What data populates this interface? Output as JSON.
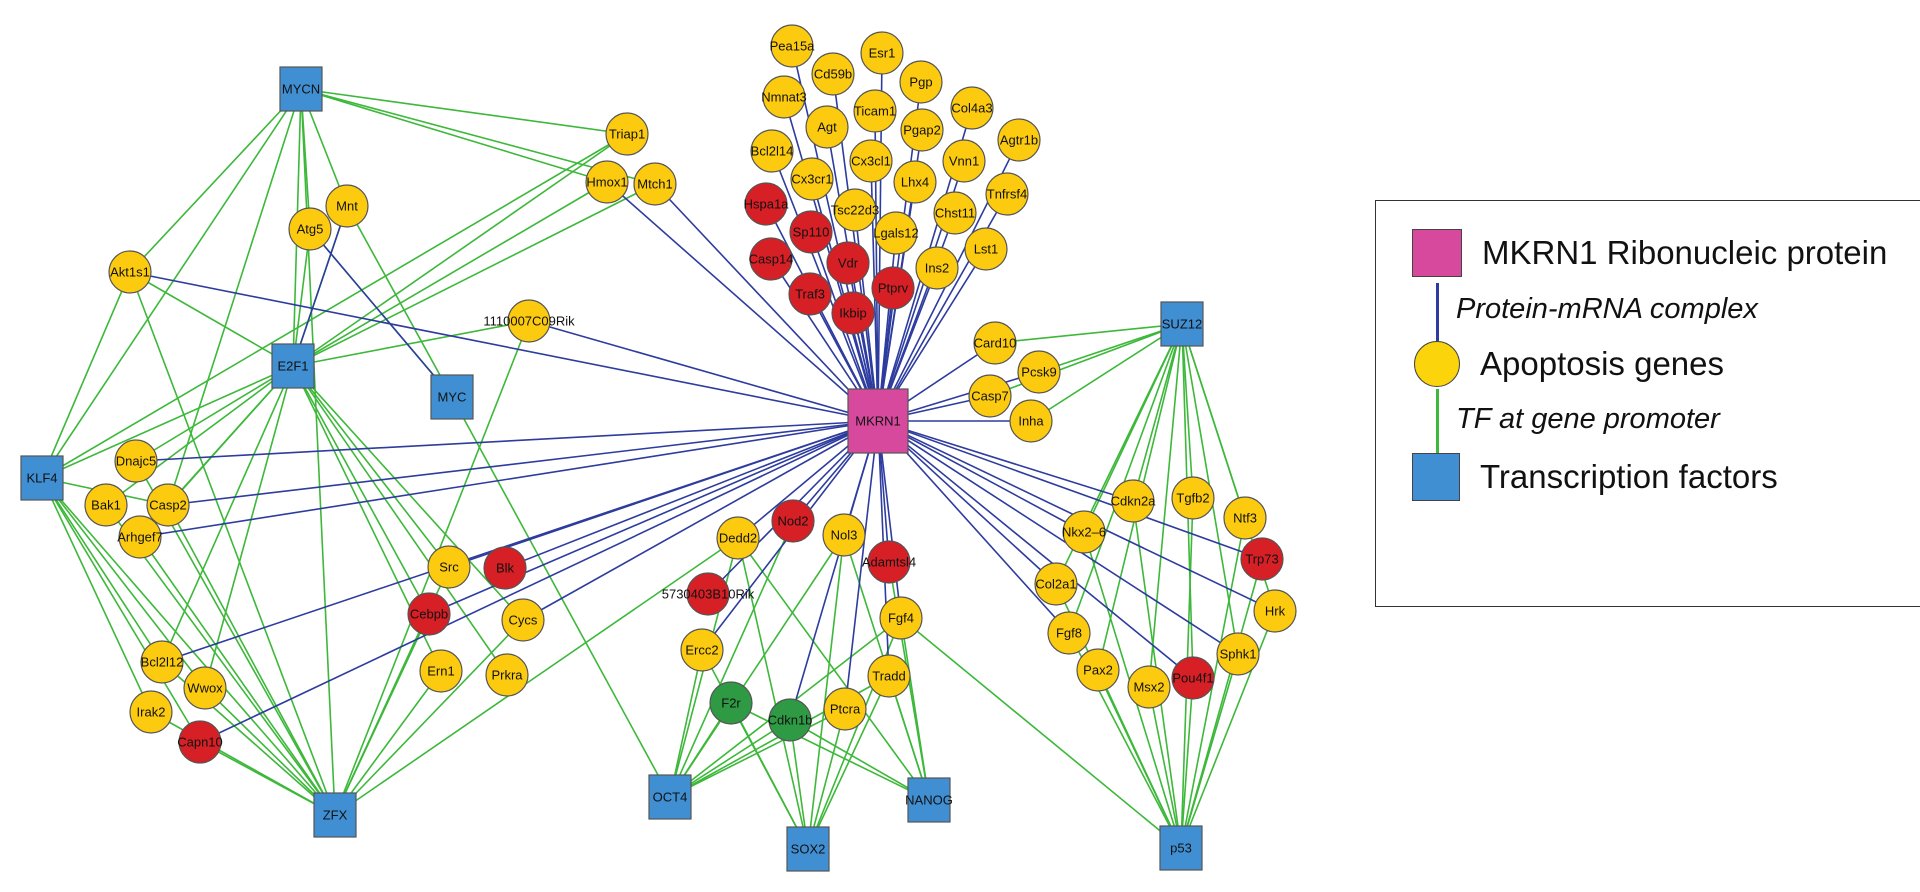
{
  "hub": "MKRN1",
  "colors": {
    "protein": "#d6499c",
    "tf": "#3f8fd2",
    "apoptosis": "#fccb10",
    "red_gene": "#d71f26",
    "green_gene": "#2e9b44",
    "edge_protein_mrna": "#2d3c9e",
    "edge_tf": "#3db83a",
    "node_border": "#555555"
  },
  "transcription_factors": [
    {
      "id": "MYCN",
      "label": "MYCN"
    },
    {
      "id": "E2F1",
      "label": "E2F1"
    },
    {
      "id": "MYC",
      "label": "MYC"
    },
    {
      "id": "KLF4",
      "label": "KLF4"
    },
    {
      "id": "ZFX",
      "label": "ZFX"
    },
    {
      "id": "OCT4",
      "label": "OCT4"
    },
    {
      "id": "SOX2",
      "label": "SOX2"
    },
    {
      "id": "NANOG",
      "label": "NANOG"
    },
    {
      "id": "SUZ12",
      "label": "SUZ12"
    },
    {
      "id": "p53",
      "label": "p53"
    }
  ],
  "genes": [
    {
      "id": "Pea15a",
      "label": "Pea15a",
      "color": "yellow"
    },
    {
      "id": "Esr1",
      "label": "Esr1",
      "color": "yellow"
    },
    {
      "id": "Cd59b",
      "label": "Cd59b",
      "color": "yellow"
    },
    {
      "id": "Pgp",
      "label": "Pgp",
      "color": "yellow"
    },
    {
      "id": "Nmnat3",
      "label": "Nmnat3",
      "color": "yellow"
    },
    {
      "id": "Col4a3",
      "label": "Col4a3",
      "color": "yellow"
    },
    {
      "id": "Agt",
      "label": "Agt",
      "color": "yellow"
    },
    {
      "id": "Ticam1",
      "label": "Ticam1",
      "color": "yellow"
    },
    {
      "id": "Pgap2",
      "label": "Pgap2",
      "color": "yellow"
    },
    {
      "id": "Agtr1b",
      "label": "Agtr1b",
      "color": "yellow"
    },
    {
      "id": "Bcl2l14",
      "label": "Bcl2l14",
      "color": "yellow"
    },
    {
      "id": "Vnn1",
      "label": "Vnn1",
      "color": "yellow"
    },
    {
      "id": "Cx3cr1",
      "label": "Cx3cr1",
      "color": "yellow"
    },
    {
      "id": "Cx3cl1",
      "label": "Cx3cl1",
      "color": "yellow"
    },
    {
      "id": "Lhx4",
      "label": "Lhx4",
      "color": "yellow"
    },
    {
      "id": "Tnfrsf4",
      "label": "Tnfrsf4",
      "color": "yellow"
    },
    {
      "id": "Hspa1a",
      "label": "Hspa1a",
      "color": "red"
    },
    {
      "id": "Tsc22d3",
      "label": "Tsc22d3",
      "color": "yellow"
    },
    {
      "id": "Chst11",
      "label": "Chst11",
      "color": "yellow"
    },
    {
      "id": "Sp110",
      "label": "Sp110",
      "color": "red"
    },
    {
      "id": "Lgals12",
      "label": "Lgals12",
      "color": "yellow"
    },
    {
      "id": "Lst1",
      "label": "Lst1",
      "color": "yellow"
    },
    {
      "id": "Casp14",
      "label": "Casp14",
      "color": "red"
    },
    {
      "id": "Vdr",
      "label": "Vdr",
      "color": "red"
    },
    {
      "id": "Ins2",
      "label": "Ins2",
      "color": "yellow"
    },
    {
      "id": "Ptprv",
      "label": "Ptprv",
      "color": "red"
    },
    {
      "id": "Traf3",
      "label": "Traf3",
      "color": "red"
    },
    {
      "id": "Ikbip",
      "label": "Ikbip",
      "color": "red"
    },
    {
      "id": "Triap1",
      "label": "Triap1",
      "color": "yellow"
    },
    {
      "id": "Hmox1",
      "label": "Hmox1",
      "color": "yellow"
    },
    {
      "id": "Mtch1",
      "label": "Mtch1",
      "color": "yellow"
    },
    {
      "id": "Mnt",
      "label": "Mnt",
      "color": "yellow"
    },
    {
      "id": "Atg5",
      "label": "Atg5",
      "color": "yellow"
    },
    {
      "id": "Akt1s1",
      "label": "Akt1s1",
      "color": "yellow"
    },
    {
      "id": "1110007C09Rik",
      "label": "1110007C09Rik",
      "color": "yellow"
    },
    {
      "id": "Card10",
      "label": "Card10",
      "color": "yellow"
    },
    {
      "id": "Pcsk9",
      "label": "Pcsk9",
      "color": "yellow"
    },
    {
      "id": "Casp7",
      "label": "Casp7",
      "color": "yellow"
    },
    {
      "id": "Inha",
      "label": "Inha",
      "color": "yellow"
    },
    {
      "id": "Dnajc5",
      "label": "Dnajc5",
      "color": "yellow"
    },
    {
      "id": "Bak1",
      "label": "Bak1",
      "color": "yellow"
    },
    {
      "id": "Casp2",
      "label": "Casp2",
      "color": "yellow"
    },
    {
      "id": "Arhgef7",
      "label": "Arhgef7",
      "color": "yellow"
    },
    {
      "id": "Src",
      "label": "Src",
      "color": "yellow"
    },
    {
      "id": "Blk",
      "label": "Blk",
      "color": "red"
    },
    {
      "id": "Cebpb",
      "label": "Cebpb",
      "color": "red"
    },
    {
      "id": "Cycs",
      "label": "Cycs",
      "color": "yellow"
    },
    {
      "id": "Ern1",
      "label": "Ern1",
      "color": "yellow"
    },
    {
      "id": "Prkra",
      "label": "Prkra",
      "color": "yellow"
    },
    {
      "id": "Bcl2l12",
      "label": "Bcl2l12",
      "color": "yellow"
    },
    {
      "id": "Wwox",
      "label": "Wwox",
      "color": "yellow"
    },
    {
      "id": "Irak2",
      "label": "Irak2",
      "color": "yellow"
    },
    {
      "id": "Capn10",
      "label": "Capn10",
      "color": "red"
    },
    {
      "id": "Nod2",
      "label": "Nod2",
      "color": "red"
    },
    {
      "id": "Dedd2",
      "label": "Dedd2",
      "color": "yellow"
    },
    {
      "id": "Nol3",
      "label": "Nol3",
      "color": "yellow"
    },
    {
      "id": "Adamtsl4",
      "label": "Adamtsl4",
      "color": "red"
    },
    {
      "id": "5730403B10Rik",
      "label": "5730403B10Rik",
      "color": "red"
    },
    {
      "id": "Fgf4",
      "label": "Fgf4",
      "color": "yellow"
    },
    {
      "id": "Ercc2",
      "label": "Ercc2",
      "color": "yellow"
    },
    {
      "id": "Tradd",
      "label": "Tradd",
      "color": "yellow"
    },
    {
      "id": "F2r",
      "label": "F2r",
      "color": "green"
    },
    {
      "id": "Cdkn1b",
      "label": "Cdkn1b",
      "color": "green"
    },
    {
      "id": "Ptcra",
      "label": "Ptcra",
      "color": "yellow"
    },
    {
      "id": "Cdkn2a",
      "label": "Cdkn2a",
      "color": "yellow"
    },
    {
      "id": "Tgfb2",
      "label": "Tgfb2",
      "color": "yellow"
    },
    {
      "id": "Ntf3",
      "label": "Ntf3",
      "color": "yellow"
    },
    {
      "id": "Nkx2-6",
      "label": "Nkx2–6",
      "color": "yellow"
    },
    {
      "id": "Trp73",
      "label": "Trp73",
      "color": "red"
    },
    {
      "id": "Col2a1",
      "label": "Col2a1",
      "color": "yellow"
    },
    {
      "id": "Hrk",
      "label": "Hrk",
      "color": "yellow"
    },
    {
      "id": "Fgf8",
      "label": "Fgf8",
      "color": "yellow"
    },
    {
      "id": "Sphk1",
      "label": "Sphk1",
      "color": "yellow"
    },
    {
      "id": "Pax2",
      "label": "Pax2",
      "color": "yellow"
    },
    {
      "id": "Msx2",
      "label": "Msx2",
      "color": "yellow"
    },
    {
      "id": "Pou4f1",
      "label": "Pou4f1",
      "color": "red"
    }
  ],
  "edges_tf": [
    [
      "MYCN",
      "Triap1"
    ],
    [
      "MYCN",
      "Hmox1"
    ],
    [
      "MYCN",
      "Mtch1"
    ],
    [
      "MYCN",
      "Mnt"
    ],
    [
      "MYCN",
      "Atg5"
    ],
    [
      "MYCN",
      "Akt1s1"
    ],
    [
      "MYCN",
      "E2F1"
    ],
    [
      "MYCN",
      "KLF4"
    ],
    [
      "MYCN",
      "Casp2"
    ],
    [
      "MYCN",
      "ZFX"
    ],
    [
      "E2F1",
      "Triap1"
    ],
    [
      "E2F1",
      "Hmox1"
    ],
    [
      "E2F1",
      "Mtch1"
    ],
    [
      "E2F1",
      "Akt1s1"
    ],
    [
      "E2F1",
      "Mnt"
    ],
    [
      "E2F1",
      "Atg5"
    ],
    [
      "E2F1",
      "1110007C09Rik"
    ],
    [
      "E2F1",
      "Dnajc5"
    ],
    [
      "E2F1",
      "Bak1"
    ],
    [
      "E2F1",
      "Casp2"
    ],
    [
      "E2F1",
      "Arhgef7"
    ],
    [
      "E2F1",
      "Src"
    ],
    [
      "E2F1",
      "Cebpb"
    ],
    [
      "E2F1",
      "Cycs"
    ],
    [
      "E2F1",
      "Ern1"
    ],
    [
      "E2F1",
      "Prkra"
    ],
    [
      "E2F1",
      "Bcl2l12"
    ],
    [
      "E2F1",
      "Wwox"
    ],
    [
      "E2F1",
      "KLF4"
    ],
    [
      "MYC",
      "Mnt"
    ],
    [
      "MYC",
      "Atg5"
    ],
    [
      "MYC",
      "OCT4"
    ],
    [
      "KLF4",
      "Akt1s1"
    ],
    [
      "KLF4",
      "Triap1"
    ],
    [
      "KLF4",
      "Casp2"
    ],
    [
      "KLF4",
      "Bcl2l12"
    ],
    [
      "KLF4",
      "Irak2"
    ],
    [
      "KLF4",
      "Capn10"
    ],
    [
      "KLF4",
      "Wwox"
    ],
    [
      "KLF4",
      "ZFX"
    ],
    [
      "ZFX",
      "Akt1s1"
    ],
    [
      "ZFX",
      "Dnajc5"
    ],
    [
      "ZFX",
      "Casp2"
    ],
    [
      "ZFX",
      "Bak1"
    ],
    [
      "ZFX",
      "Bcl2l12"
    ],
    [
      "ZFX",
      "Wwox"
    ],
    [
      "ZFX",
      "Src"
    ],
    [
      "ZFX",
      "Cebpb"
    ],
    [
      "ZFX",
      "Cycs"
    ],
    [
      "ZFX",
      "Ern1"
    ],
    [
      "ZFX",
      "Capn10"
    ],
    [
      "ZFX",
      "Irak2"
    ],
    [
      "ZFX",
      "Arhgef7"
    ],
    [
      "ZFX",
      "1110007C09Rik"
    ],
    [
      "ZFX",
      "Dedd2"
    ],
    [
      "OCT4",
      "Dedd2"
    ],
    [
      "OCT4",
      "Ercc2"
    ],
    [
      "OCT4",
      "F2r"
    ],
    [
      "OCT4",
      "Cdkn1b"
    ],
    [
      "OCT4",
      "Nod2"
    ],
    [
      "OCT4",
      "Nol3"
    ],
    [
      "OCT4",
      "Fgf4"
    ],
    [
      "OCT4",
      "Tradd"
    ],
    [
      "OCT4",
      "Ptcra"
    ],
    [
      "SOX2",
      "F2r"
    ],
    [
      "SOX2",
      "Cdkn1b"
    ],
    [
      "SOX2",
      "Ercc2"
    ],
    [
      "SOX2",
      "Ptcra"
    ],
    [
      "SOX2",
      "Nol3"
    ],
    [
      "SOX2",
      "Fgf4"
    ],
    [
      "SOX2",
      "Tradd"
    ],
    [
      "SOX2",
      "Dedd2"
    ],
    [
      "NANOG",
      "F2r"
    ],
    [
      "NANOG",
      "Cdkn1b"
    ],
    [
      "NANOG",
      "Adamtsl4"
    ],
    [
      "NANOG",
      "Nol3"
    ],
    [
      "NANOG",
      "Tradd"
    ],
    [
      "NANOG",
      "Fgf4"
    ],
    [
      "NANOG",
      "Dedd2"
    ],
    [
      "SUZ12",
      "Card10"
    ],
    [
      "SUZ12",
      "Pcsk9"
    ],
    [
      "SUZ12",
      "Casp7"
    ],
    [
      "SUZ12",
      "Inha"
    ],
    [
      "SUZ12",
      "Cdkn2a"
    ],
    [
      "SUZ12",
      "Tgfb2"
    ],
    [
      "SUZ12",
      "Ntf3"
    ],
    [
      "SUZ12",
      "Nkx2-6"
    ],
    [
      "SUZ12",
      "Hrk"
    ],
    [
      "SUZ12",
      "Sphk1"
    ],
    [
      "SUZ12",
      "Col2a1"
    ],
    [
      "SUZ12",
      "Fgf8"
    ],
    [
      "SUZ12",
      "Pax2"
    ],
    [
      "SUZ12",
      "Msx2"
    ],
    [
      "SUZ12",
      "Pou4f1"
    ],
    [
      "p53",
      "Cdkn2a"
    ],
    [
      "p53",
      "Tgfb2"
    ],
    [
      "p53",
      "Ntf3"
    ],
    [
      "p53",
      "Trp73"
    ],
    [
      "p53",
      "Nkx2-6"
    ],
    [
      "p53",
      "Col2a1"
    ],
    [
      "p53",
      "Hrk"
    ],
    [
      "p53",
      "Fgf8"
    ],
    [
      "p53",
      "Sphk1"
    ],
    [
      "p53",
      "Pax2"
    ],
    [
      "p53",
      "Msx2"
    ],
    [
      "p53",
      "Pou4f1"
    ],
    [
      "p53",
      "Fgf4"
    ]
  ],
  "edges_protein_mrna": [
    [
      "MKRN1",
      "Pea15a"
    ],
    [
      "MKRN1",
      "Esr1"
    ],
    [
      "MKRN1",
      "Cd59b"
    ],
    [
      "MKRN1",
      "Pgp"
    ],
    [
      "MKRN1",
      "Nmnat3"
    ],
    [
      "MKRN1",
      "Col4a3"
    ],
    [
      "MKRN1",
      "Agt"
    ],
    [
      "MKRN1",
      "Ticam1"
    ],
    [
      "MKRN1",
      "Pgap2"
    ],
    [
      "MKRN1",
      "Agtr1b"
    ],
    [
      "MKRN1",
      "Bcl2l14"
    ],
    [
      "MKRN1",
      "Vnn1"
    ],
    [
      "MKRN1",
      "Cx3cr1"
    ],
    [
      "MKRN1",
      "Cx3cl1"
    ],
    [
      "MKRN1",
      "Lhx4"
    ],
    [
      "MKRN1",
      "Tnfrsf4"
    ],
    [
      "MKRN1",
      "Hspa1a"
    ],
    [
      "MKRN1",
      "Tsc22d3"
    ],
    [
      "MKRN1",
      "Chst11"
    ],
    [
      "MKRN1",
      "Sp110"
    ],
    [
      "MKRN1",
      "Lgals12"
    ],
    [
      "MKRN1",
      "Lst1"
    ],
    [
      "MKRN1",
      "Casp14"
    ],
    [
      "MKRN1",
      "Vdr"
    ],
    [
      "MKRN1",
      "Ins2"
    ],
    [
      "MKRN1",
      "Ptprv"
    ],
    [
      "MKRN1",
      "Traf3"
    ],
    [
      "MKRN1",
      "Ikbip"
    ],
    [
      "MKRN1",
      "Hmox1"
    ],
    [
      "MKRN1",
      "Mtch1"
    ],
    [
      "MKRN1",
      "Akt1s1"
    ],
    [
      "MKRN1",
      "1110007C09Rik"
    ],
    [
      "MKRN1",
      "Card10"
    ],
    [
      "MKRN1",
      "Pcsk9"
    ],
    [
      "MKRN1",
      "Casp7"
    ],
    [
      "MKRN1",
      "Inha"
    ],
    [
      "MKRN1",
      "Dnajc5"
    ],
    [
      "MKRN1",
      "Casp2"
    ],
    [
      "MKRN1",
      "Arhgef7"
    ],
    [
      "MKRN1",
      "Src"
    ],
    [
      "MKRN1",
      "Blk"
    ],
    [
      "MKRN1",
      "Cebpb"
    ],
    [
      "MKRN1",
      "Cycs"
    ],
    [
      "MKRN1",
      "Bcl2l12"
    ],
    [
      "MKRN1",
      "Capn10"
    ],
    [
      "MKRN1",
      "Nod2"
    ],
    [
      "MKRN1",
      "Dedd2"
    ],
    [
      "MKRN1",
      "Nol3"
    ],
    [
      "MKRN1",
      "Adamtsl4"
    ],
    [
      "MKRN1",
      "5730403B10Rik"
    ],
    [
      "MKRN1",
      "Fgf4"
    ],
    [
      "MKRN1",
      "Ercc2"
    ],
    [
      "MKRN1",
      "Tradd"
    ],
    [
      "MKRN1",
      "Cdkn1b"
    ],
    [
      "MKRN1",
      "Ptcra"
    ],
    [
      "MKRN1",
      "Cdkn2a"
    ],
    [
      "MKRN1",
      "Trp73"
    ],
    [
      "MKRN1",
      "Nkx2-6"
    ],
    [
      "MKRN1",
      "Col2a1"
    ],
    [
      "MKRN1",
      "Hrk"
    ],
    [
      "MKRN1",
      "Pou4f1"
    ],
    [
      "MKRN1",
      "Fgf8"
    ],
    [
      "MKRN1",
      "Sphk1"
    ],
    [
      "Mnt",
      "E2F1"
    ],
    [
      "Atg5",
      "MYC"
    ]
  ],
  "legend": {
    "protein_label": "MKRN1 Ribonucleic protein",
    "protein_mrna_label": "Protein-mRNA complex",
    "apoptosis_label": "Apoptosis genes",
    "tf_promoter_label": "TF at gene promoter",
    "tf_label": "Transcription factors"
  }
}
